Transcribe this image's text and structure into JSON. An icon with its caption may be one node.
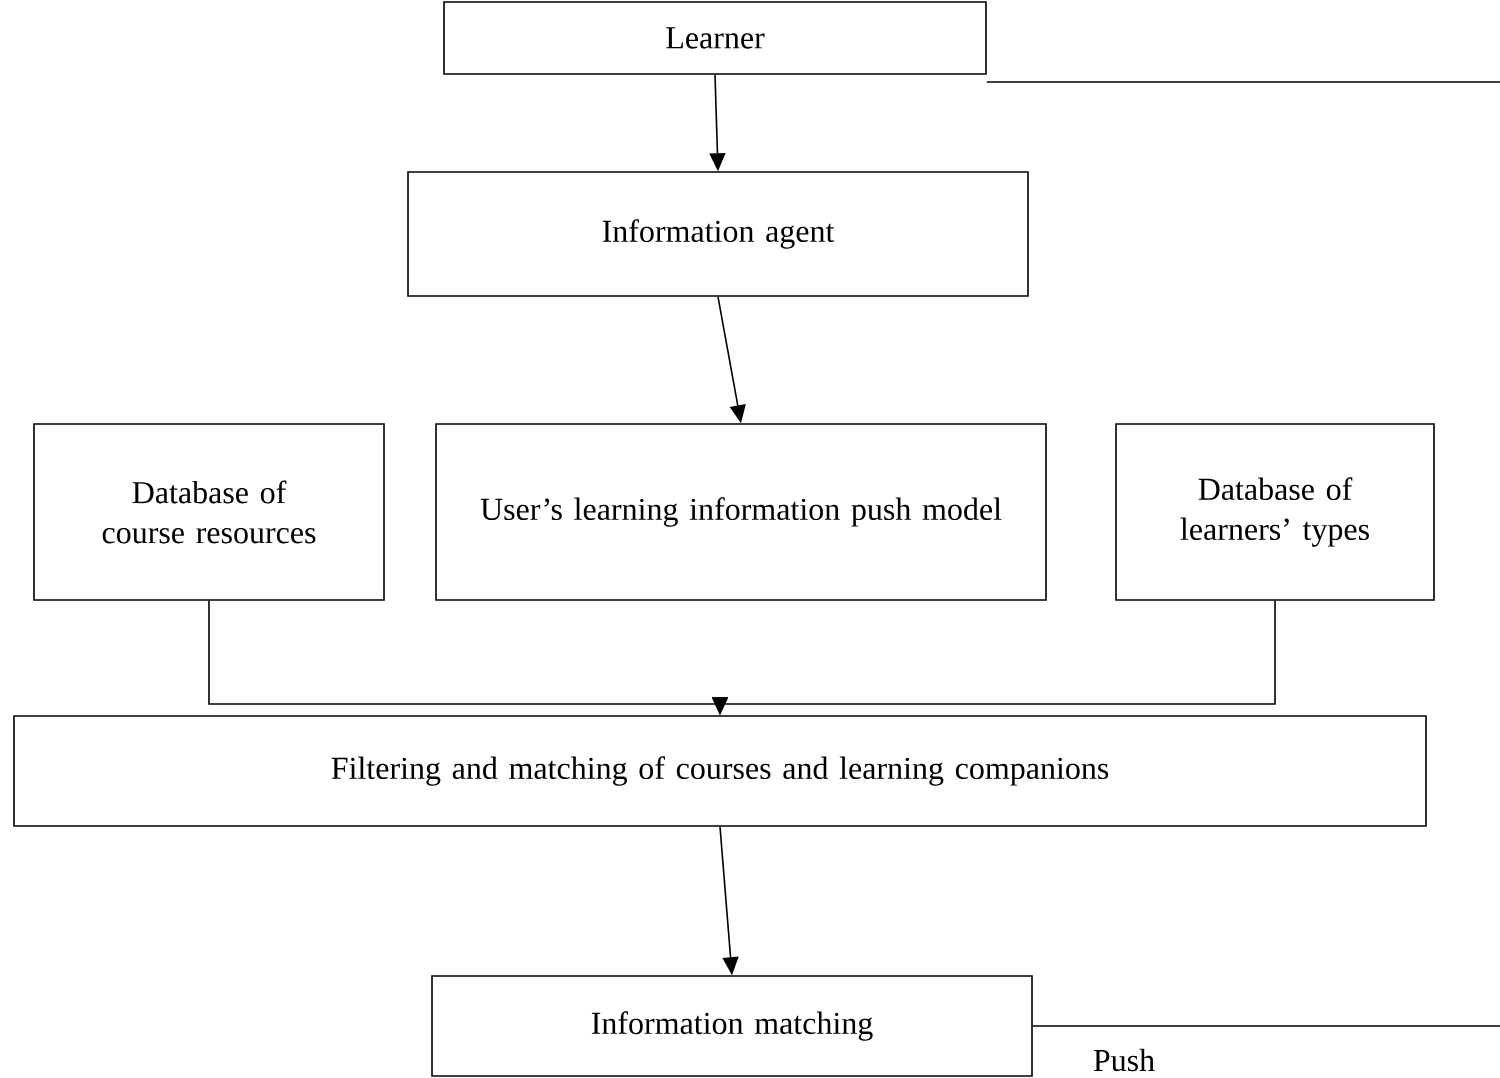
{
  "diagram": {
    "nodes": [
      {
        "text": [
          "Learner"
        ]
      },
      {
        "text": [
          "Information agent"
        ]
      },
      {
        "text": [
          "Database of course resources"
        ]
      },
      {
        "text": [
          "User’s learning information push model"
        ]
      },
      {
        "text": [
          "Database of learners’ types"
        ]
      },
      {
        "text": [
          "Filtering and matching of courses and learning companions"
        ]
      },
      {
        "text": [
          "Information matching"
        ]
      }
    ],
    "edges": [
      {
        "from": 0,
        "to": 1,
        "arrow": "to"
      },
      {
        "from": 1,
        "to": 3,
        "arrow": "to"
      },
      {
        "from": 2,
        "to": 5,
        "arrow": "to"
      },
      {
        "from": 4,
        "to": 5,
        "arrow": "to"
      },
      {
        "from": 5,
        "to": 6,
        "arrow": "to"
      },
      {
        "from": 0,
        "to": null,
        "arrow": "none"
      },
      {
        "from": 6,
        "to": null,
        "arrow": "none",
        "label": "Push"
      }
    ]
  }
}
